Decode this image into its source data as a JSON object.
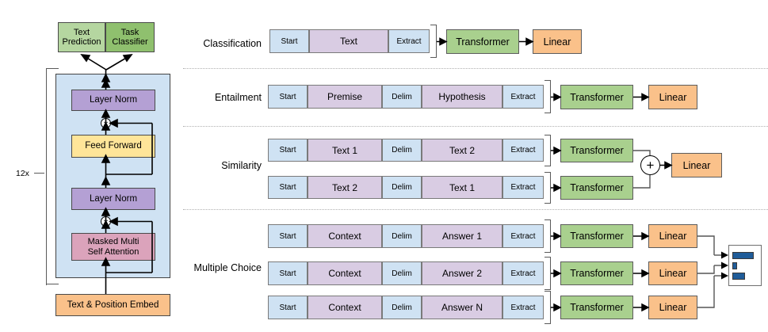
{
  "architecture": {
    "repeat_label": "12x",
    "heads": [
      {
        "name": "text-prediction",
        "label": "Text\nPrediction",
        "color": "#b5d6a0"
      },
      {
        "name": "task-classifier",
        "label": "Task\nClassifier",
        "color": "#8fc06e"
      }
    ],
    "blocks": [
      {
        "name": "layer-norm-top",
        "label": "Layer Norm",
        "color": "#b4a0d4"
      },
      {
        "name": "feed-forward",
        "label": "Feed Forward",
        "color": "#ffe599"
      },
      {
        "name": "layer-norm-bottom",
        "label": "Layer Norm",
        "color": "#b4a0d4"
      },
      {
        "name": "masked-multi-self-attention",
        "label": "Masked Multi\nSelf Attention",
        "color": "#dba3bb"
      }
    ],
    "embedding": {
      "name": "text-position-embed",
      "label": "Text & Position Embed",
      "color": "#fac18a"
    },
    "residual_symbol": "+",
    "container_color": "#cfe2f3"
  },
  "tasks": [
    {
      "name": "classification",
      "label": "Classification",
      "sequences": [
        {
          "tokens": [
            {
              "text": "Start",
              "type": "special"
            },
            {
              "text": "Text",
              "type": "content"
            },
            {
              "text": "Extract",
              "type": "special"
            }
          ]
        }
      ],
      "transformer_label": "Transformer",
      "linear_label": "Linear",
      "combine": null
    },
    {
      "name": "entailment",
      "label": "Entailment",
      "sequences": [
        {
          "tokens": [
            {
              "text": "Start",
              "type": "special"
            },
            {
              "text": "Premise",
              "type": "content"
            },
            {
              "text": "Delim",
              "type": "special"
            },
            {
              "text": "Hypothesis",
              "type": "content"
            },
            {
              "text": "Extract",
              "type": "special"
            }
          ]
        }
      ],
      "transformer_label": "Transformer",
      "linear_label": "Linear",
      "combine": null
    },
    {
      "name": "similarity",
      "label": "Similarity",
      "sequences": [
        {
          "tokens": [
            {
              "text": "Start",
              "type": "special"
            },
            {
              "text": "Text 1",
              "type": "content"
            },
            {
              "text": "Delim",
              "type": "special"
            },
            {
              "text": "Text 2",
              "type": "content"
            },
            {
              "text": "Extract",
              "type": "special"
            }
          ]
        },
        {
          "tokens": [
            {
              "text": "Start",
              "type": "special"
            },
            {
              "text": "Text 2",
              "type": "content"
            },
            {
              "text": "Delim",
              "type": "special"
            },
            {
              "text": "Text 1",
              "type": "content"
            },
            {
              "text": "Extract",
              "type": "special"
            }
          ]
        }
      ],
      "transformer_label": "Transformer",
      "linear_label": "Linear",
      "combine": "+"
    },
    {
      "name": "multiple-choice",
      "label": "Multiple Choice",
      "sequences": [
        {
          "tokens": [
            {
              "text": "Start",
              "type": "special"
            },
            {
              "text": "Context",
              "type": "content"
            },
            {
              "text": "Delim",
              "type": "special"
            },
            {
              "text": "Answer 1",
              "type": "content"
            },
            {
              "text": "Extract",
              "type": "special"
            }
          ]
        },
        {
          "tokens": [
            {
              "text": "Start",
              "type": "special"
            },
            {
              "text": "Context",
              "type": "content"
            },
            {
              "text": "Delim",
              "type": "special"
            },
            {
              "text": "Answer 2",
              "type": "content"
            },
            {
              "text": "Extract",
              "type": "special"
            }
          ]
        },
        {
          "tokens": [
            {
              "text": "Start",
              "type": "special"
            },
            {
              "text": "Context",
              "type": "content"
            },
            {
              "text": "Delim",
              "type": "special"
            },
            {
              "text": "Answer N",
              "type": "content"
            },
            {
              "text": "Extract",
              "type": "special"
            }
          ]
        }
      ],
      "transformer_label": "Transformer",
      "linear_label": "Linear",
      "combine": "softmax-bars"
    }
  ],
  "softmax_bars": {
    "name": "multiple-choice-output-distribution",
    "values": [
      0.82,
      0.12,
      0.46
    ],
    "bar_color": "#1f5c99"
  },
  "palette": {
    "special_token": "#cfe2f3",
    "content_token": "#d9cce3",
    "transformer": "#a9d08e",
    "linear": "#fac18a",
    "separator": "#b0b0b0"
  }
}
